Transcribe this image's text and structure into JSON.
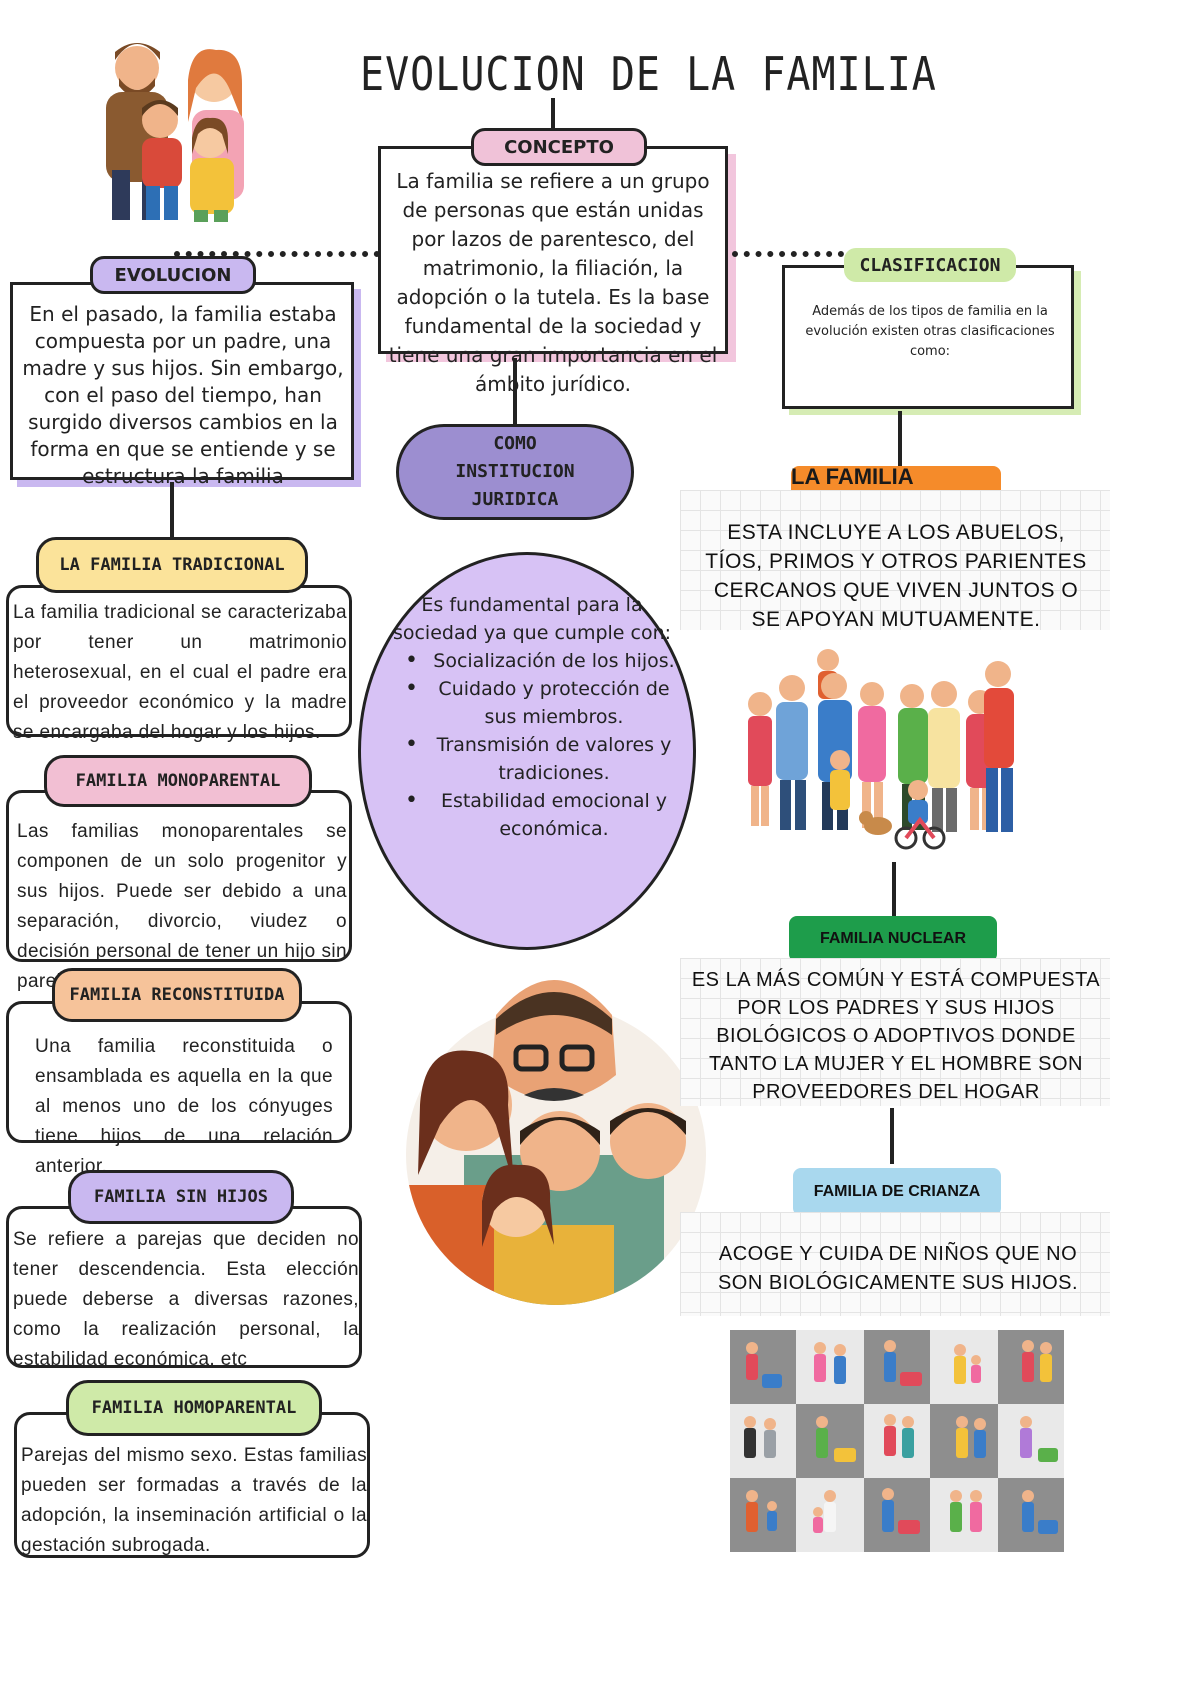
{
  "title": "EVOLUCION DE LA FAMILIA",
  "concepto": {
    "label": "CONCEPTO",
    "text": "La familia se refiere a un grupo de personas que están unidas por lazos de parentesco, del matrimonio, la filiación, la adopción o la tutela. Es la base fundamental de la sociedad y tiene una gran importancia en el ámbito jurídico."
  },
  "evolucion": {
    "label": "EVOLUCION",
    "text": "En el pasado, la familia estaba compuesta por un padre, una madre y sus hijos. Sin embargo, con el paso del tiempo, han surgido diversos cambios en la forma en que se entiende y se estructura la familia"
  },
  "clasificacion": {
    "label": "CLASIFICACION",
    "text": "Además de los tipos de familia en la evolución existen otras clasificaciones como:"
  },
  "institucion": {
    "label": "COMO INSTITUCION JURIDICA",
    "intro": "Es fundamental para la sociedad ya que cumple con:",
    "items": [
      "Socialización de los hijos.",
      "Cuidado y protección de sus miembros.",
      "Transmisión de valores y tradiciones.",
      "Estabilidad emocional y económica."
    ]
  },
  "left_types": [
    {
      "label": "LA FAMILIA TRADICIONAL",
      "text": "La familia tradicional se caracterizaba por tener un matrimonio heterosexual, en el cual el padre era el proveedor económico y la madre se encargaba del hogar y los hijos."
    },
    {
      "label": "FAMILIA MONOPARENTAL",
      "text": "Las familias monoparentales se componen de un solo progenitor y sus hijos. Puede ser debido a una separación, divorcio, viudez o decisión personal de tener un hijo sin pareja."
    },
    {
      "label": "FAMILIA RECONSTITUIDA",
      "text": "Una familia reconstituida o ensamblada es aquella en la que al menos uno de los cónyuges tiene hijos de una relación anterior."
    },
    {
      "label": "FAMILIA SIN HIJOS",
      "text": "Se refiere a parejas que deciden no tener descendencia. Esta elección puede deberse a diversas razones, como la realización personal, la estabilidad económica, etc"
    },
    {
      "label": "FAMILIA HOMOPARENTAL",
      "text": "Parejas del mismo sexo. Estas familias pueden ser formadas a través de la adopción, la inseminación artificial o la gestación subrogada."
    }
  ],
  "right_types": [
    {
      "label": "LA FAMILIA EXTENSA",
      "text": "ESTA INCLUYE A LOS ABUELOS, TÍOS, PRIMOS Y OTROS PARIENTES CERCANOS QUE VIVEN JUNTOS O SE APOYAN MUTUAMENTE."
    },
    {
      "label": "FAMILIA NUCLEAR",
      "text": "ES LA MÁS COMÚN Y ESTÁ COMPUESTA POR LOS PADRES Y SUS HIJOS BIOLÓGICOS O ADOPTIVOS DONDE TANTO LA MUJER Y EL HOMBRE SON PROVEEDORES DEL HOGAR"
    },
    {
      "label": "FAMILIA DE CRIANZA",
      "text": "ACOGE Y CUIDA DE NIÑOS QUE NO SON BIOLÓGICAMENTE SUS HIJOS."
    }
  ],
  "colors": {
    "concepto_tag": "#f0c2d8",
    "evolucion_tag": "#c9b8f0",
    "tradicional_tag": "#fbe39a",
    "monoparental_tag": "#f2bfd3",
    "reconstituida_tag": "#f6c39a",
    "sin_hijos_tag": "#c9b8f0",
    "homoparental_tag": "#cfeaa8",
    "institucion_pill": "#9c8ed0",
    "institucion_oval": "#d7c2f5",
    "extensa_tag": "#f58b2a",
    "nuclear_tag": "#1e9d4b",
    "crianza_tag": "#a9d8ee",
    "clasificacion_tag": "#cfeaa8"
  },
  "icons": [
    "family-cartoon-icon",
    "extended-family-icon",
    "cartoon-family-portrait-icon",
    "family-grid-icon"
  ]
}
